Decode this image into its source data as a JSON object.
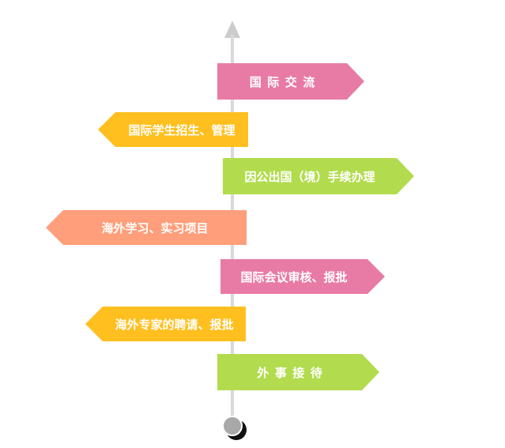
{
  "signs": [
    {
      "label": "国际交流",
      "direction": "right",
      "color": "#e87ba5"
    },
    {
      "label": "国际学生招生、管理",
      "direction": "left",
      "color": "#ffbf1f"
    },
    {
      "label": "因公出国（境）手续办理",
      "direction": "right",
      "color": "#b2dc4e"
    },
    {
      "label": "海外学习、实习项目",
      "direction": "left",
      "color": "#ff9e7a"
    },
    {
      "label": "国际会议审核、报批",
      "direction": "right",
      "color": "#e87ba5"
    },
    {
      "label": "海外专家的聘请、报批",
      "direction": "left",
      "color": "#ffbf1f"
    },
    {
      "label": "外事接待",
      "direction": "right",
      "color": "#b2dc4e"
    }
  ]
}
